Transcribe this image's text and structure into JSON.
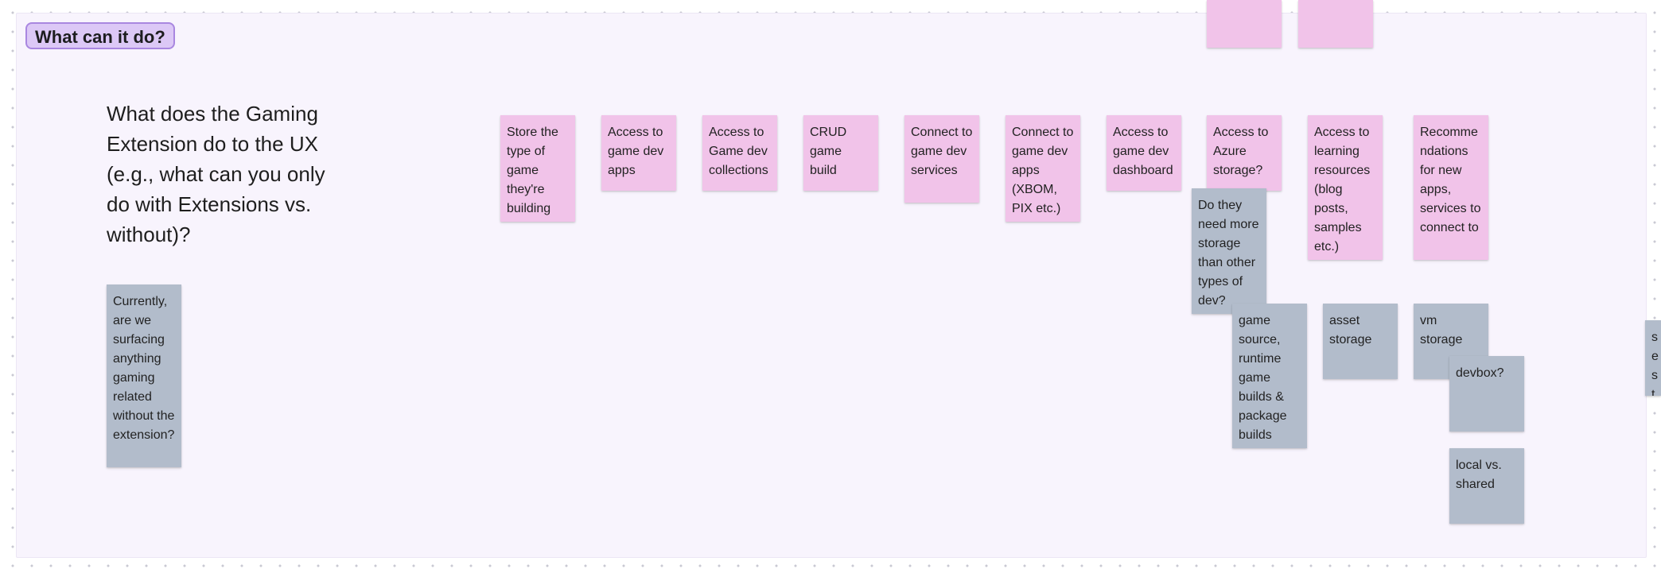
{
  "section": {
    "label": "What can it do?"
  },
  "question": "What does the Gaming Extension do to the UX (e.g., what can you only do with Extensions vs. without)?",
  "notes": {
    "currently_surfacing": "Currently, are we surfacing anything gaming related without the extension?",
    "store_type": "Store the type of game they're building",
    "access_apps": "Access to game dev apps",
    "access_collections": "Access to Game dev collections",
    "crud_build": "CRUD game build",
    "connect_services": "Connect to game dev services",
    "connect_apps": "Connect to game dev apps (XBOM, PIX etc.)",
    "access_dashboard": "Access to game dev dashboard",
    "azure_storage": "Access to Azure storage?",
    "learning": "Access to learning resources (blog posts, samples etc.)",
    "recommendations": "Recomme ndations for new apps, services to connect to",
    "more_storage": "Do they need more storage than other types of dev?",
    "game_source": "game source, runtime game builds & package builds",
    "asset_storage": "asset storage",
    "vm_storage": "vm storage",
    "devbox": "devbox?",
    "local_shared": "local vs. shared",
    "edge_partial": "se st"
  },
  "colors": {
    "pink_sticky": "#f1c3e9",
    "gray_sticky": "#b2bccb",
    "label_fill": "#dcc8f6",
    "label_border": "#a987e0",
    "section_bg": "#f8f4fd"
  }
}
